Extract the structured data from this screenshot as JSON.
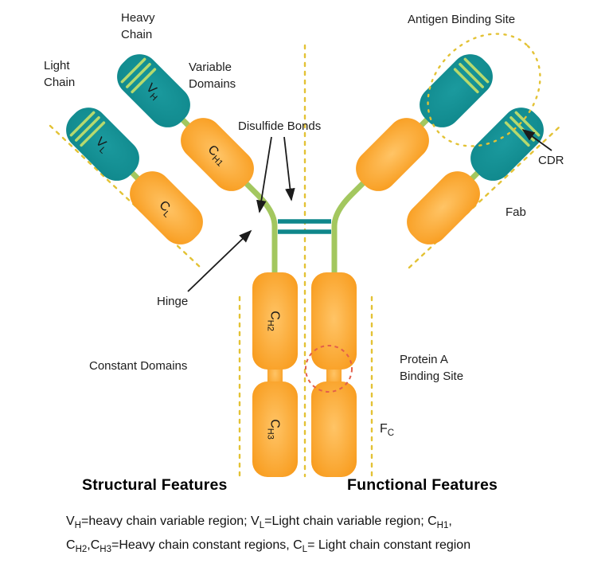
{
  "colors": {
    "teal": "#0f878b",
    "teal_light": "#1b9a9e",
    "orange": "#f89b1c",
    "orange_light": "#ffc466",
    "green": "#a3c75f",
    "stripe_green": "#b5d96e",
    "dash_yellow": "#e3c235",
    "dash_red": "#e2604b",
    "ink": "#1d1d1d",
    "title_ink": "#000000"
  },
  "labels": {
    "heavy_chain": [
      "Heavy",
      "Chain"
    ],
    "light_chain": [
      "Light",
      "Chain"
    ],
    "variable_domains": [
      "Variable",
      "Domains"
    ],
    "disulfide_bonds": "Disulfide Bonds",
    "hinge": "Hinge",
    "constant_domains": "Constant Domains",
    "antigen_binding_site": "Antigen Binding Site",
    "cdr": "CDR",
    "fab": "Fab",
    "protein_a_binding_site": [
      "Protein A",
      "Binding Site"
    ],
    "fc": {
      "main": "F",
      "sub": "C"
    },
    "structural_features": "Structural Features",
    "functional_features": "Functional Features"
  },
  "domains": {
    "vh": {
      "main": "V",
      "sub": "H"
    },
    "vl": {
      "main": "V",
      "sub": "L"
    },
    "ch1": {
      "main": "C",
      "sub": "H1"
    },
    "cl": {
      "main": "C",
      "sub": "L"
    },
    "ch2": {
      "main": "C",
      "sub": "H2"
    },
    "ch3": {
      "main": "C",
      "sub": "H3"
    }
  },
  "caption": {
    "line1": [
      "V",
      "H",
      "=heavy chain variable region; V",
      "L",
      "=Light chain variable region; C",
      "H1",
      ","
    ],
    "line2": [
      "C",
      "H2",
      ",C",
      "H3",
      "=Heavy chain constant regions, C",
      "L",
      "= Light chain constant region"
    ]
  }
}
